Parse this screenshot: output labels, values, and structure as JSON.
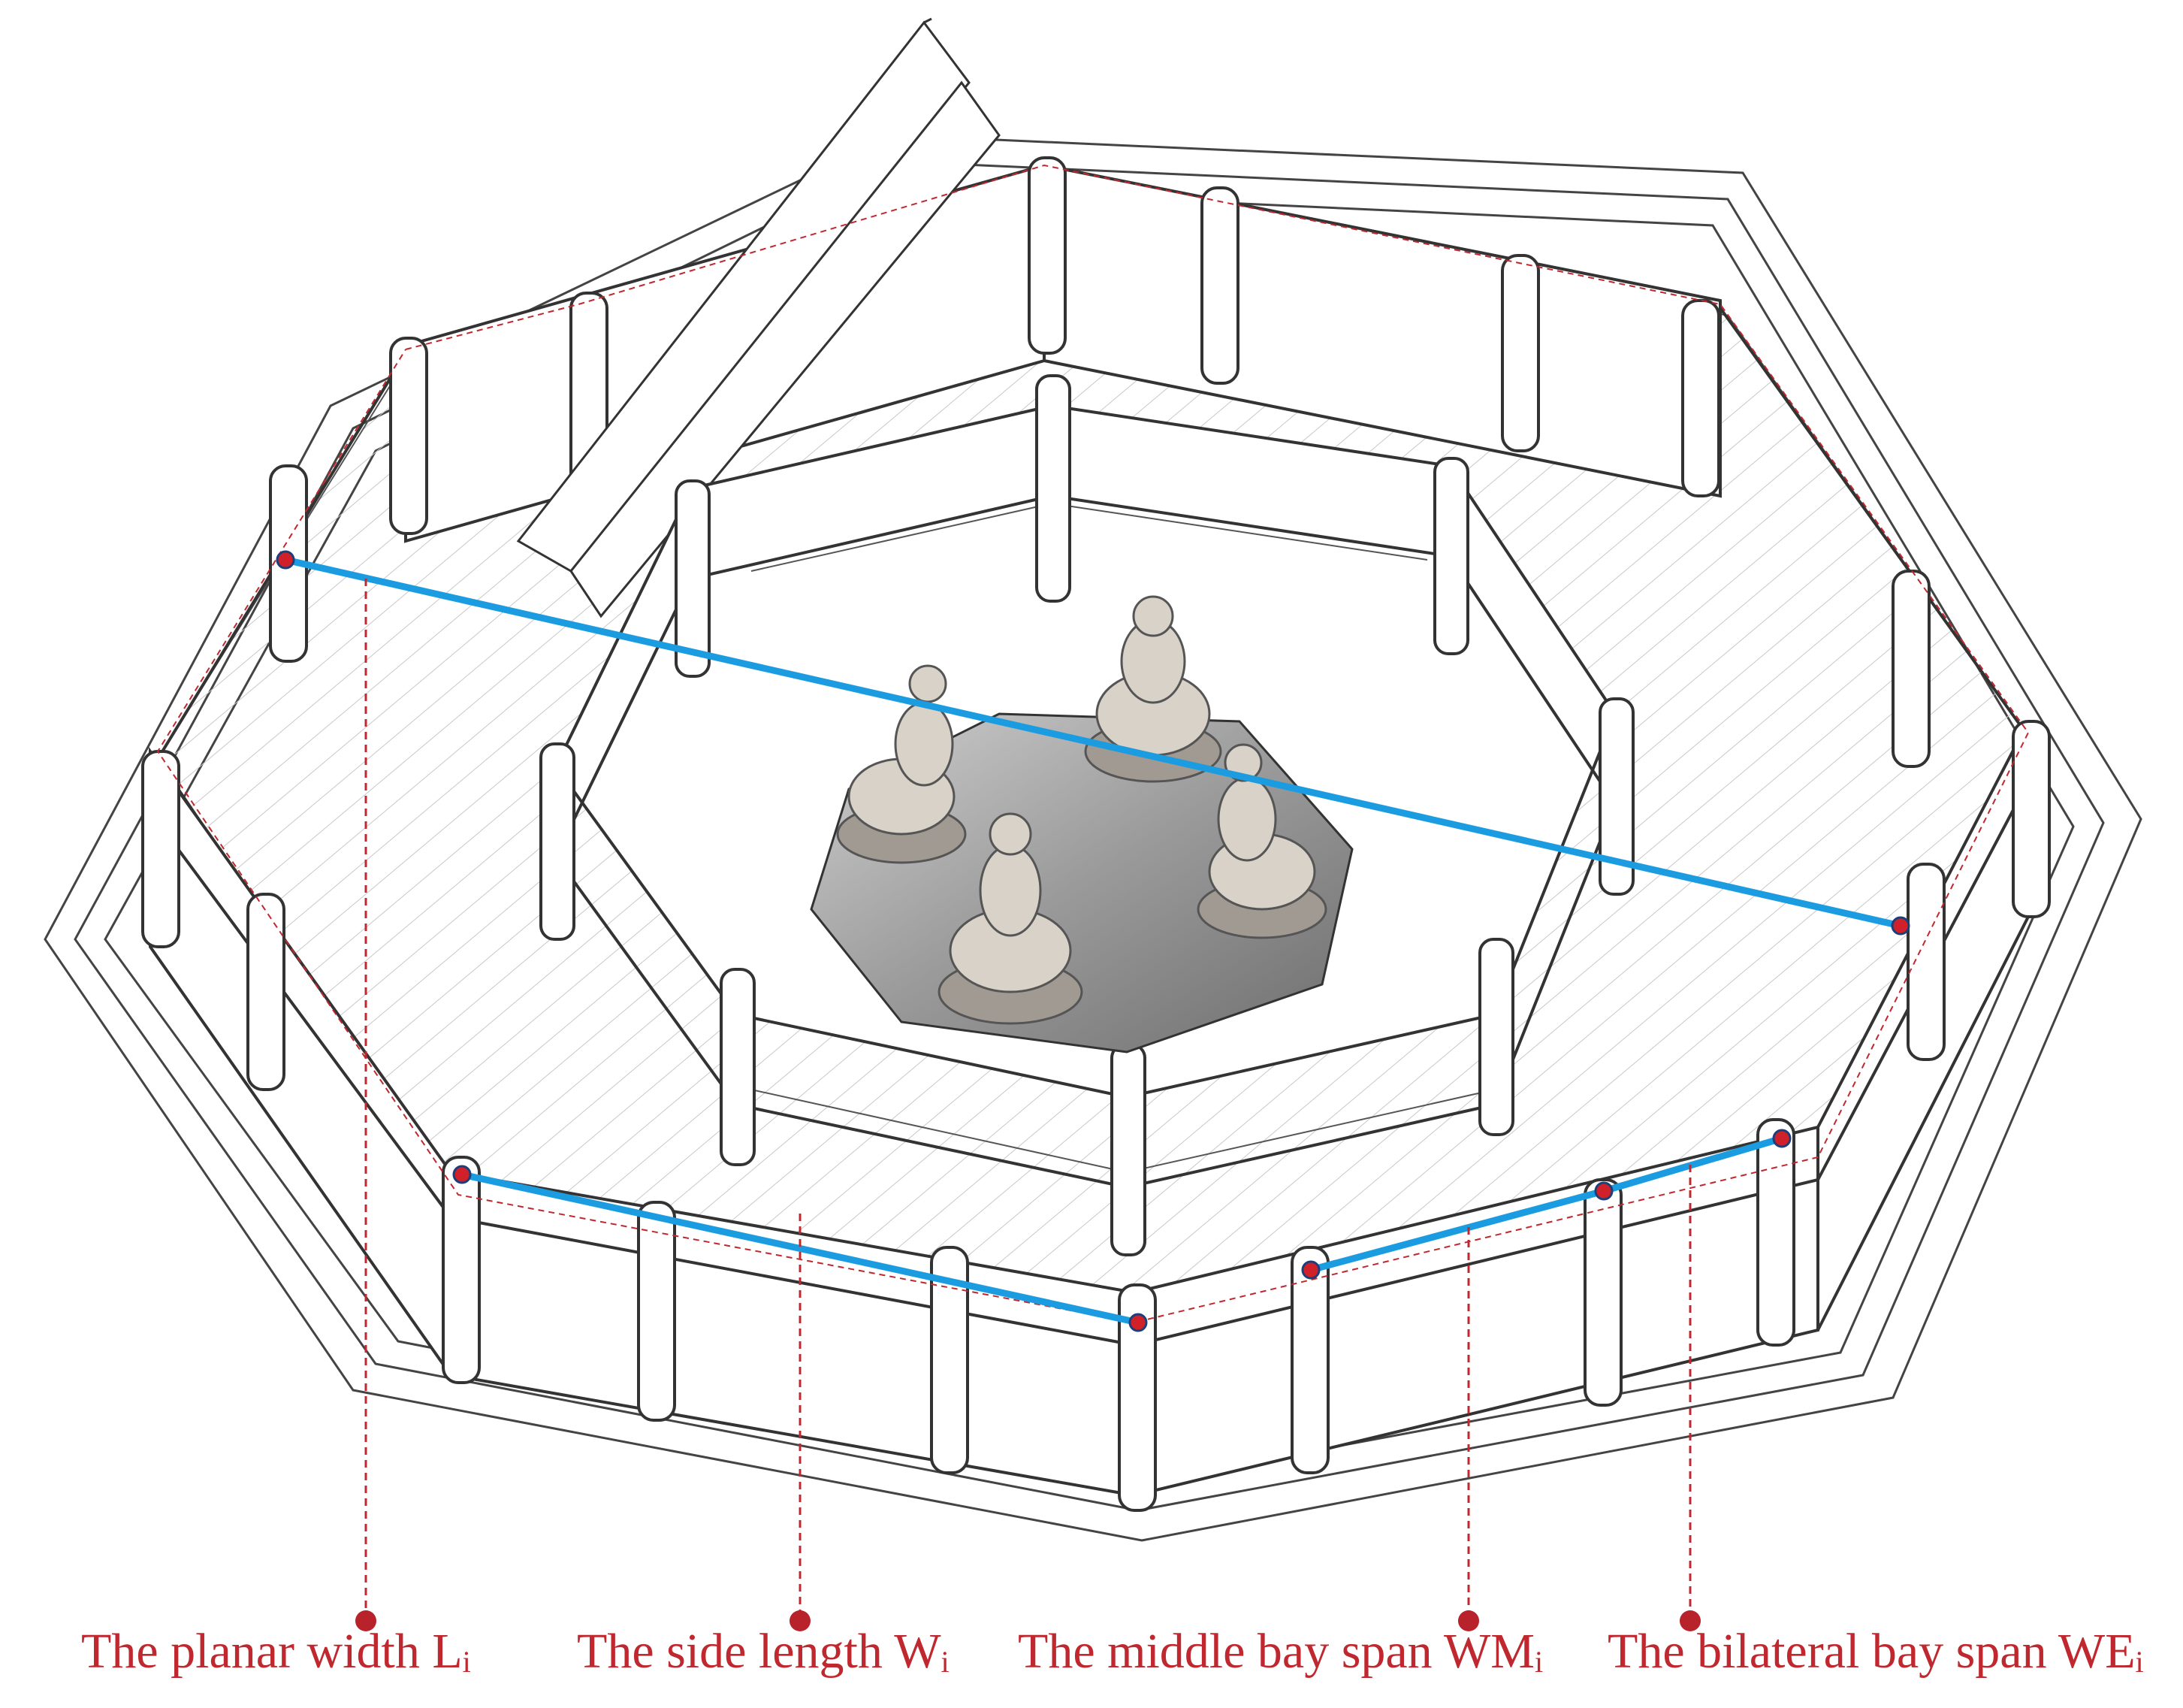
{
  "colors": {
    "annotation": "#c0282f",
    "measure_line": "#1c9ce0",
    "outline": "#333333",
    "statue_base": "#8a8a8a"
  },
  "labels": [
    {
      "text": "The planar width L",
      "sub": "i"
    },
    {
      "text": "The side length W",
      "sub": "i"
    },
    {
      "text": "The middle bay span WM",
      "sub": "i"
    },
    {
      "text": "The bilateral bay span WE",
      "sub": "i"
    }
  ]
}
